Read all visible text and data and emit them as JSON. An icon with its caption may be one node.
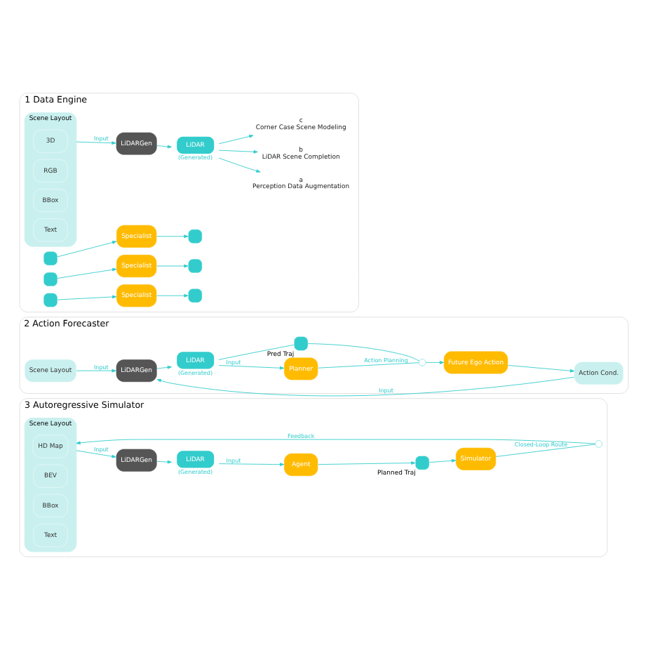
{
  "diagram": {
    "nodes": [
      {
        "text": [
          "1",
          "Data Engine"
        ]
      },
      {
        "text": [
          "Scene Layout"
        ],
        "in": 0
      },
      {
        "text": [
          "3D"
        ],
        "in": 1
      },
      {
        "text": [
          "RGB"
        ],
        "in": 1
      },
      {
        "text": [
          "BBox"
        ],
        "in": 1
      },
      {
        "text": [
          "Text"
        ],
        "in": 1
      },
      {
        "text": [
          "LiDARGen"
        ],
        "in": 0
      },
      {
        "text": [
          "LiDAR"
        ],
        "in": 0,
        "beside": [
          "(Generated)"
        ]
      },
      {
        "text": [
          "a",
          "Perception Data Augmentation"
        ],
        "in": 0
      },
      {
        "text": [],
        "shape": "box",
        "in": 0
      },
      {
        "text": [
          "Specialist"
        ],
        "in": 0
      },
      {
        "text": [],
        "shape": "box",
        "in": 0
      },
      {
        "text": [
          "b",
          "LiDAR Scene Completion"
        ],
        "in": 0
      },
      {
        "text": [],
        "shape": "box",
        "in": 0
      },
      {
        "text": [
          "Specialist"
        ],
        "in": 0
      },
      {
        "text": [],
        "shape": "box",
        "in": 0
      },
      {
        "text": [
          "c",
          "Corner Case Scene Modeling"
        ],
        "in": 0
      },
      {
        "text": [],
        "shape": "box",
        "in": 0
      },
      {
        "text": [
          "Specialist"
        ],
        "in": 0
      },
      {
        "text": [],
        "shape": "box",
        "in": 0
      },
      {
        "text": [
          "2",
          "Action Forecaster"
        ]
      },
      {
        "text": [
          "Scene Layout"
        ],
        "in": 20
      },
      {
        "text": [
          "Action Cond."
        ],
        "in": 20
      },
      {
        "text": [
          "LiDARGen"
        ],
        "in": 20
      },
      {
        "text": [
          "LiDAR"
        ],
        "in": 20,
        "beside": [
          "(Generated)"
        ]
      },
      {
        "text": [
          "Planner"
        ],
        "in": 20
      },
      {
        "text": [],
        "shape": "box",
        "in": 20,
        "beside": [
          "Pred Traj"
        ]
      },
      {
        "text": [],
        "shape": "circle",
        "in": 20
      },
      {
        "text": [
          "Future Ego Action"
        ],
        "in": 20
      },
      {
        "text": [
          "3",
          "Autoregressive Simulator"
        ]
      },
      {
        "text": [
          "Scene Layout"
        ],
        "in": 29
      },
      {
        "text": [
          "HD Map"
        ],
        "in": 30
      },
      {
        "text": [
          "BEV"
        ],
        "in": 30
      },
      {
        "text": [
          "BBox"
        ],
        "in": 30
      },
      {
        "text": [
          "Text"
        ],
        "in": 30
      },
      {
        "text": [
          "LiDARGen"
        ],
        "in": 29
      },
      {
        "text": [
          "LiDAR"
        ],
        "in": 29,
        "beside": [
          "(Generated)"
        ]
      },
      {
        "text": [
          "Agent"
        ],
        "in": 29
      },
      {
        "text": [],
        "shape": "box",
        "in": 29,
        "beside": [
          "Planned Traj"
        ]
      },
      {
        "text": [
          "Simulator"
        ],
        "in": 29
      },
      {
        "text": [],
        "shape": "circle",
        "in": 29
      }
    ],
    "edges": [
      {
        "from": 1,
        "to": 6,
        "arrow": "to",
        "label": "Input"
      },
      {
        "from": 6,
        "to": 7,
        "arrow": "to"
      },
      {
        "from": 7,
        "to": 8,
        "arrow": "to"
      },
      {
        "from": 7,
        "to": 12,
        "arrow": "to"
      },
      {
        "from": 7,
        "to": 16,
        "arrow": "to"
      },
      {
        "from": 9,
        "to": 10,
        "arrow": "to"
      },
      {
        "from": 10,
        "to": 11,
        "arrow": "to"
      },
      {
        "from": 13,
        "to": 14,
        "arrow": "to"
      },
      {
        "from": 14,
        "to": 15,
        "arrow": "to"
      },
      {
        "from": 17,
        "to": 18,
        "arrow": "to"
      },
      {
        "from": 18,
        "to": 19,
        "arrow": "to"
      },
      {
        "from": 21,
        "to": 23,
        "arrow": "to",
        "label": "Input"
      },
      {
        "from": 22,
        "to": 23,
        "arrow": "to",
        "label": "Input"
      },
      {
        "from": 23,
        "to": 24,
        "arrow": "to"
      },
      {
        "from": 24,
        "to": 25,
        "arrow": "to",
        "label": "Input"
      },
      {
        "from": 24,
        "to": 26,
        "arrow": "none"
      },
      {
        "from": 26,
        "to": 27,
        "arrow": "none"
      },
      {
        "from": 25,
        "to": 27,
        "arrow": "none",
        "label": "Action Planning"
      },
      {
        "from": 27,
        "to": 28,
        "arrow": "to"
      },
      {
        "from": 28,
        "to": 22,
        "arrow": "to"
      },
      {
        "from": 30,
        "to": 35,
        "arrow": "to",
        "label": "Input"
      },
      {
        "from": 35,
        "to": 36,
        "arrow": "to"
      },
      {
        "from": 36,
        "to": 37,
        "arrow": "to",
        "label": "Input"
      },
      {
        "from": 37,
        "to": 38,
        "arrow": "to"
      },
      {
        "from": 38,
        "to": 39,
        "arrow": "to"
      },
      {
        "from": 39,
        "to": 40,
        "arrow": "none",
        "label": "Closed-Loop Route"
      },
      {
        "from": 40,
        "to": 30,
        "arrow": "to",
        "label": "Feedback"
      }
    ]
  }
}
